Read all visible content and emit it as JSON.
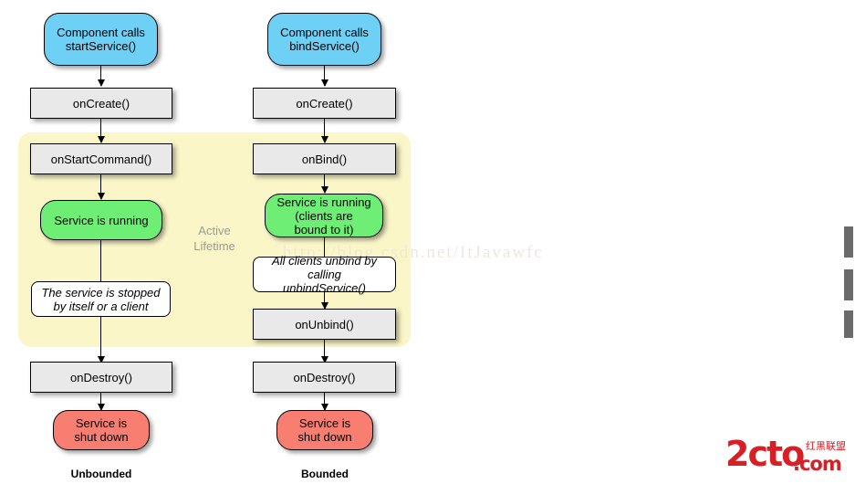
{
  "diagram": {
    "title_left": "Unbounded",
    "title_right": "Bounded",
    "active_lifetime_label_line1": "Active",
    "active_lifetime_label_line2": "Lifetime",
    "colors": {
      "start_node": "#6fd0f5",
      "callback_node": "#e9e9e9",
      "running_node": "#6fee76",
      "shutdown_node": "#f97e72",
      "note_node": "#ffffff",
      "active_band": "#faf6c8",
      "active_label_text": "#9c9c93",
      "stroke": "#000000",
      "logo": "#d81f26"
    },
    "unbounded": {
      "n1": "Component calls\nstartService()",
      "n1_line1": "Component calls",
      "n1_line2": "startService()",
      "n2": "onCreate()",
      "n3": "onStartCommand()",
      "n4": "Service is running",
      "n5_line1": "The service is stopped",
      "n5_line2": "by itself or a client",
      "n6": "onDestroy()",
      "n7_line1": "Service is",
      "n7_line2": "shut down"
    },
    "bounded": {
      "n1_line1": "Component calls",
      "n1_line2": "bindService()",
      "n2": "onCreate()",
      "n3": "onBind()",
      "n4_line1": "Service is running",
      "n4_line2": "(clients are",
      "n4_line3": "bound to it)",
      "n5_line1": "All clients unbind by calling",
      "n5_line2": "unbindService()",
      "n6": "onUnbind()",
      "n7": "onDestroy()",
      "n8_line1": "Service is",
      "n8_line2": "shut down"
    }
  },
  "watermark": {
    "text": "http://blog.csdn.net/ItJavawfc"
  },
  "logo": {
    "main": "2cto",
    "dotcom": ".com",
    "cn": "红黑联盟"
  }
}
